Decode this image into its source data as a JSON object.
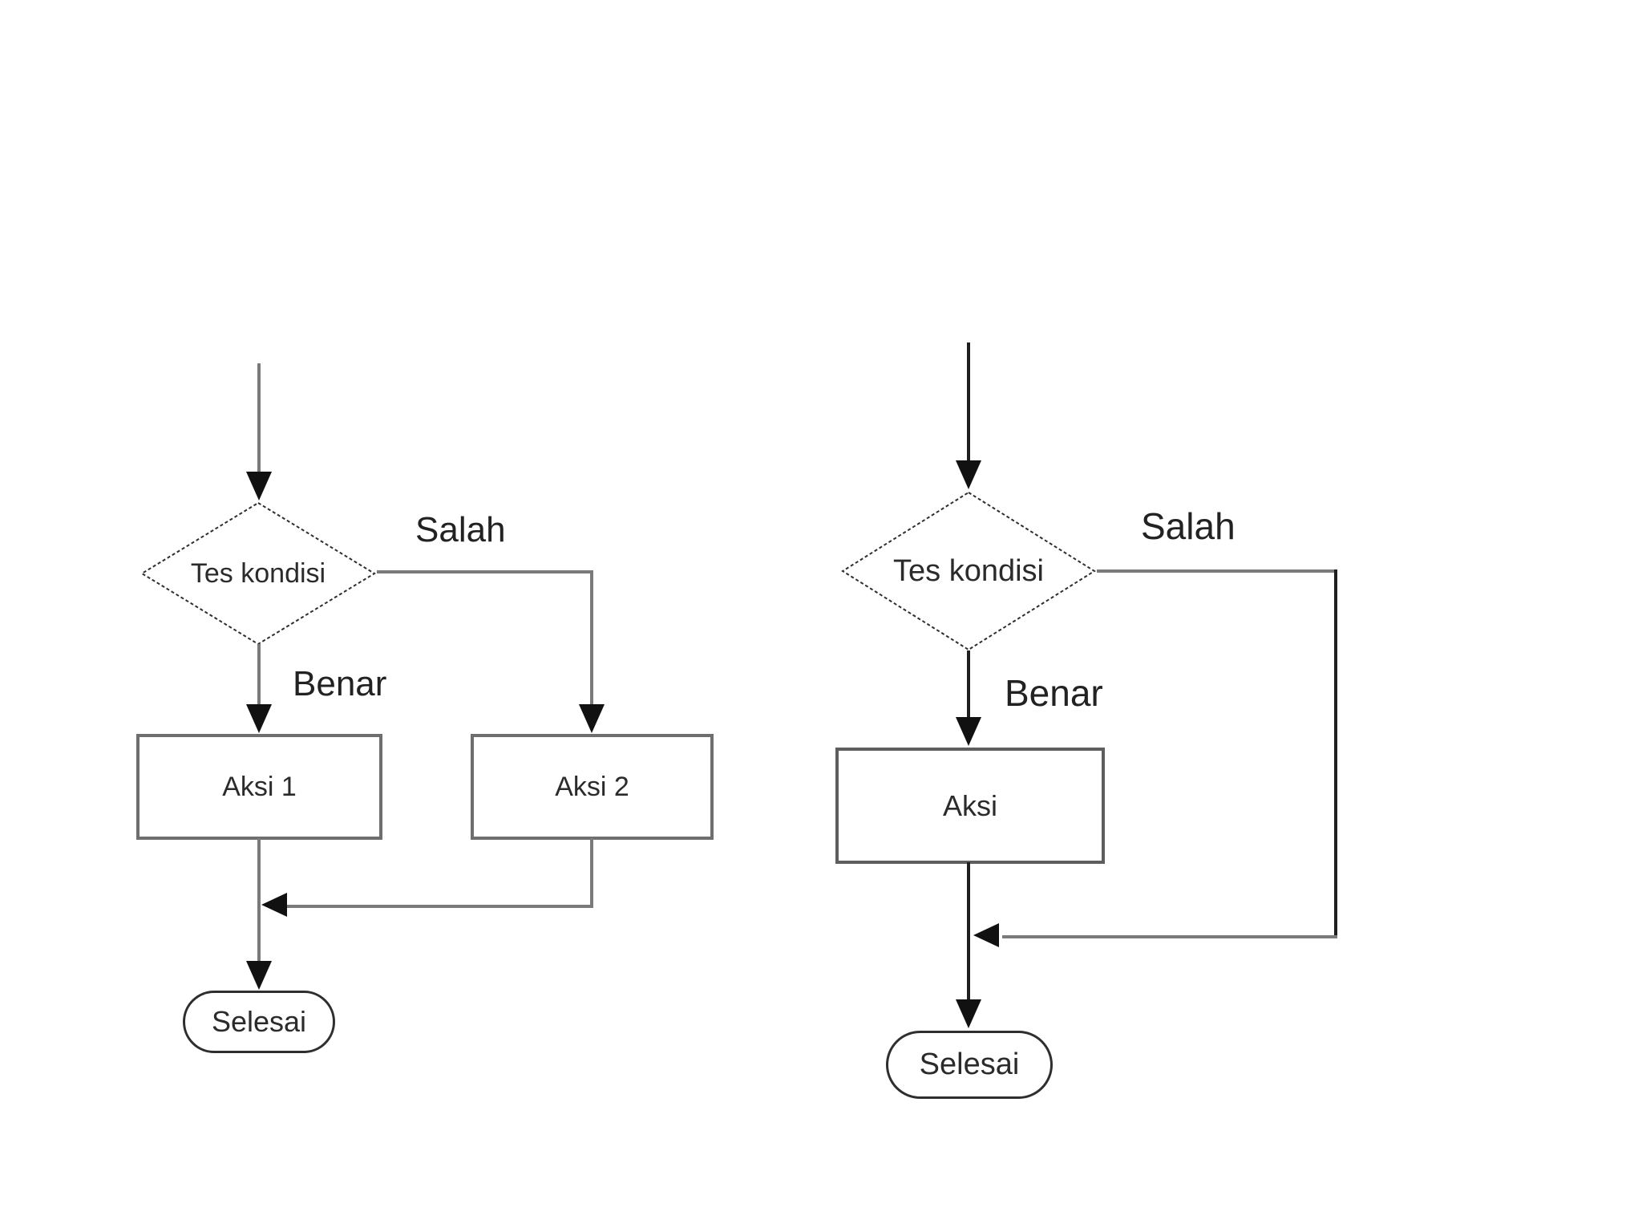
{
  "colors": {
    "background": "#ffffff",
    "line_gray": "#7a7a7a",
    "line_black": "#1f1f1f",
    "arrowhead": "#111111",
    "shape_outline": "#2e2e2e",
    "box_border": "#6e6e6e",
    "text": "#2b2b2b"
  },
  "charts": {
    "left": {
      "decision": "Tes kondisi",
      "false_branch": "Salah",
      "true_branch": "Benar",
      "action1": "Aksi 1",
      "action2": "Aksi 2",
      "terminator": "Selesai"
    },
    "right": {
      "decision": "Tes kondisi",
      "false_branch": "Salah",
      "true_branch": "Benar",
      "action": "Aksi",
      "terminator": "Selesai"
    }
  }
}
